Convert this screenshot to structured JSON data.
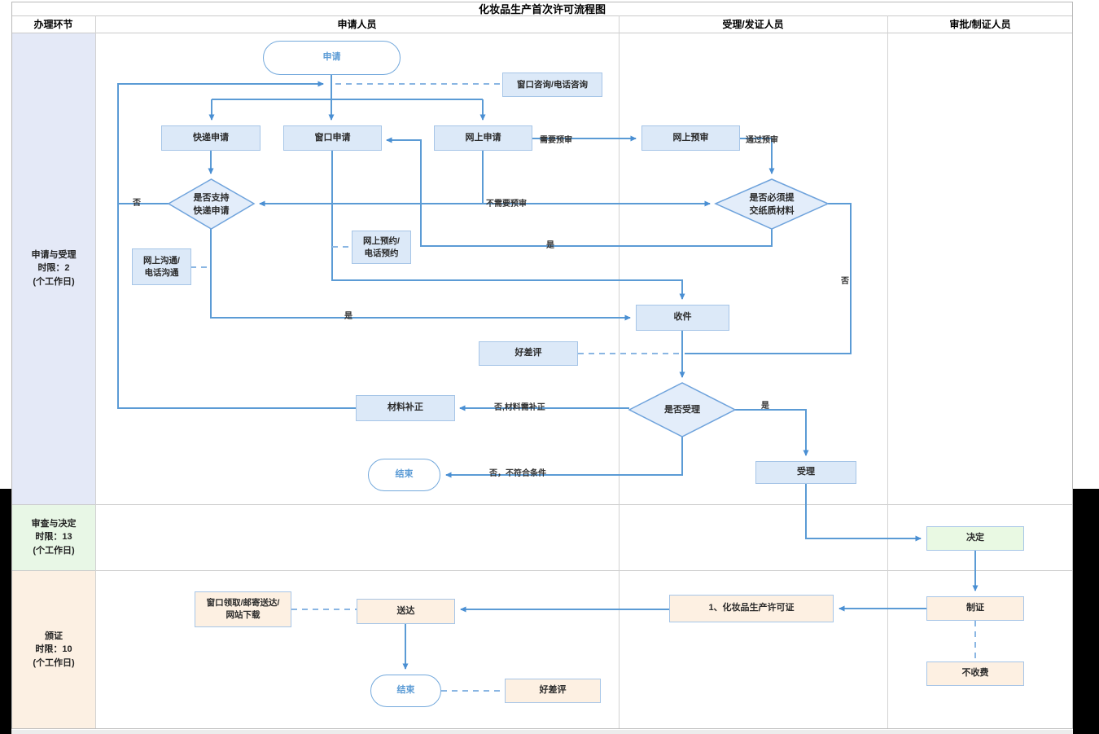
{
  "title": "化妆品生产首次许可流程图",
  "columns": {
    "c0": "办理环节",
    "c1": "申请人员",
    "c2": "受理/发证人员",
    "c3": "审批/制证人员"
  },
  "rows": [
    {
      "l1": "申请与受理",
      "l2": "时限：2",
      "l3": "(个工作日)"
    },
    {
      "l1": "审查与决定",
      "l2": "时限：13",
      "l3": "(个工作日)"
    },
    {
      "l1": "颁证",
      "l2": "时限：10",
      "l3": "(个工作日)"
    }
  ],
  "nodes": {
    "start": "申请",
    "consult": "窗口咨询/电话咨询",
    "express": "快递申请",
    "window": "窗口申请",
    "online": "网上申请",
    "preview": "网上预审",
    "d_express_l1": "是否支持",
    "d_express_l2": "快递申请",
    "d_paper_l1": "是否必须提",
    "d_paper_l2": "交纸质材料",
    "reserve_l1": "网上预约/",
    "reserve_l2": "电话预约",
    "commun_l1": "网上沟通/",
    "commun_l2": "电话沟通",
    "receive": "收件",
    "review_top": "好差评",
    "d_accept": "是否受理",
    "supplement": "材料补正",
    "end_top": "结束",
    "accept": "受理",
    "decide": "决定",
    "make_cert": "制证",
    "license": "1、化妆品生产许可证",
    "deliver": "送达",
    "pickup_l1": "窗口领取/邮寄送达/",
    "pickup_l2": "网站下载",
    "end_bottom": "结束",
    "review_bottom": "好差评",
    "no_fee": "不收费"
  },
  "edge_labels": {
    "need_preview": "需要预审",
    "pass_preview": "通过预审",
    "no_need_preview": "不需要预审",
    "no_express": "否",
    "yes_express": "是",
    "yes_paper": "是",
    "no_paper": "否",
    "no_supplement": "否,材料需补正",
    "no_reject": "否，不符合条件",
    "yes_accept": "是"
  },
  "colors": {
    "line_blue": "#5b9bd5",
    "dashed_blue": "#8ab6e3",
    "node_blue_fill": "#dce9f8",
    "node_border": "#a6c5e7",
    "diamond_fill": "#e3edfa",
    "diamond_border": "#6fa3dc",
    "green_fill": "#e9f9e3",
    "orange_fill": "#fdf0e2",
    "row1_bg": "#e4e9f7",
    "row2_bg": "#e8f7e6",
    "row3_bg": "#fcf0e3"
  }
}
